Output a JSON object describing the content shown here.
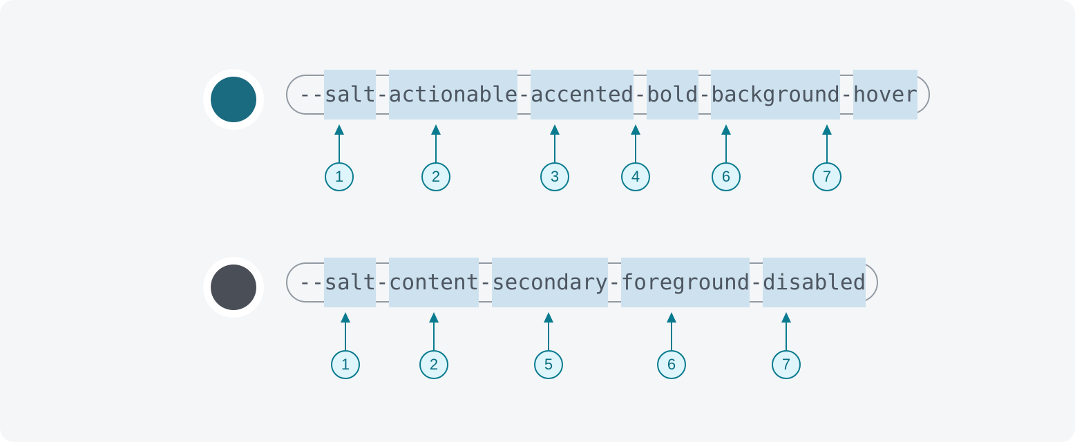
{
  "colors": {
    "card_background": "#f4f6f8",
    "page_background": "#ffffff",
    "pill_border": "#929aa2",
    "token_text": "#4d5661",
    "highlight": "#cde2ee",
    "pointer_teal": "#0a7b8f",
    "marker_fill": "#ddf5fb",
    "marker_text": "#0a6f82"
  },
  "rows": [
    {
      "swatch": {
        "name": "actionable-accented-bold-background-hover-swatch",
        "color": "#1a6a80",
        "ring_color": "#ffffff"
      },
      "token": "--salt-actionable-accented-bold-background-hover",
      "segments": [
        {
          "text": "--",
          "highlight": false,
          "marker": null
        },
        {
          "text": "salt",
          "highlight": true,
          "marker": "1"
        },
        {
          "text": "-",
          "highlight": false,
          "marker": null
        },
        {
          "text": "actionable",
          "highlight": true,
          "marker": "2"
        },
        {
          "text": "-",
          "highlight": false,
          "marker": null
        },
        {
          "text": "accented",
          "highlight": true,
          "marker": "3"
        },
        {
          "text": "-",
          "highlight": false,
          "marker": null
        },
        {
          "text": "bold",
          "highlight": true,
          "marker": "4"
        },
        {
          "text": "-",
          "highlight": false,
          "marker": null
        },
        {
          "text": "background",
          "highlight": true,
          "marker": "6"
        },
        {
          "text": "-",
          "highlight": false,
          "marker": null
        },
        {
          "text": "hover",
          "highlight": true,
          "marker": "7"
        }
      ],
      "markers": [
        "1",
        "2",
        "3",
        "4",
        "6",
        "7"
      ]
    },
    {
      "swatch": {
        "name": "content-secondary-foreground-disabled-swatch",
        "color": "#4a4f57",
        "ring_color": "#ffffff"
      },
      "token": "--salt-content-secondary-foreground-disabled",
      "segments": [
        {
          "text": "--",
          "highlight": false,
          "marker": null
        },
        {
          "text": "salt",
          "highlight": true,
          "marker": "1"
        },
        {
          "text": "-",
          "highlight": false,
          "marker": null
        },
        {
          "text": "content",
          "highlight": true,
          "marker": "2"
        },
        {
          "text": "-",
          "highlight": false,
          "marker": null
        },
        {
          "text": "secondary",
          "highlight": true,
          "marker": "5"
        },
        {
          "text": "-",
          "highlight": false,
          "marker": null
        },
        {
          "text": "foreground",
          "highlight": true,
          "marker": "6"
        },
        {
          "text": "-",
          "highlight": false,
          "marker": null
        },
        {
          "text": "disabled",
          "highlight": true,
          "marker": "7"
        }
      ],
      "markers": [
        "1",
        "2",
        "5",
        "6",
        "7"
      ]
    }
  ]
}
